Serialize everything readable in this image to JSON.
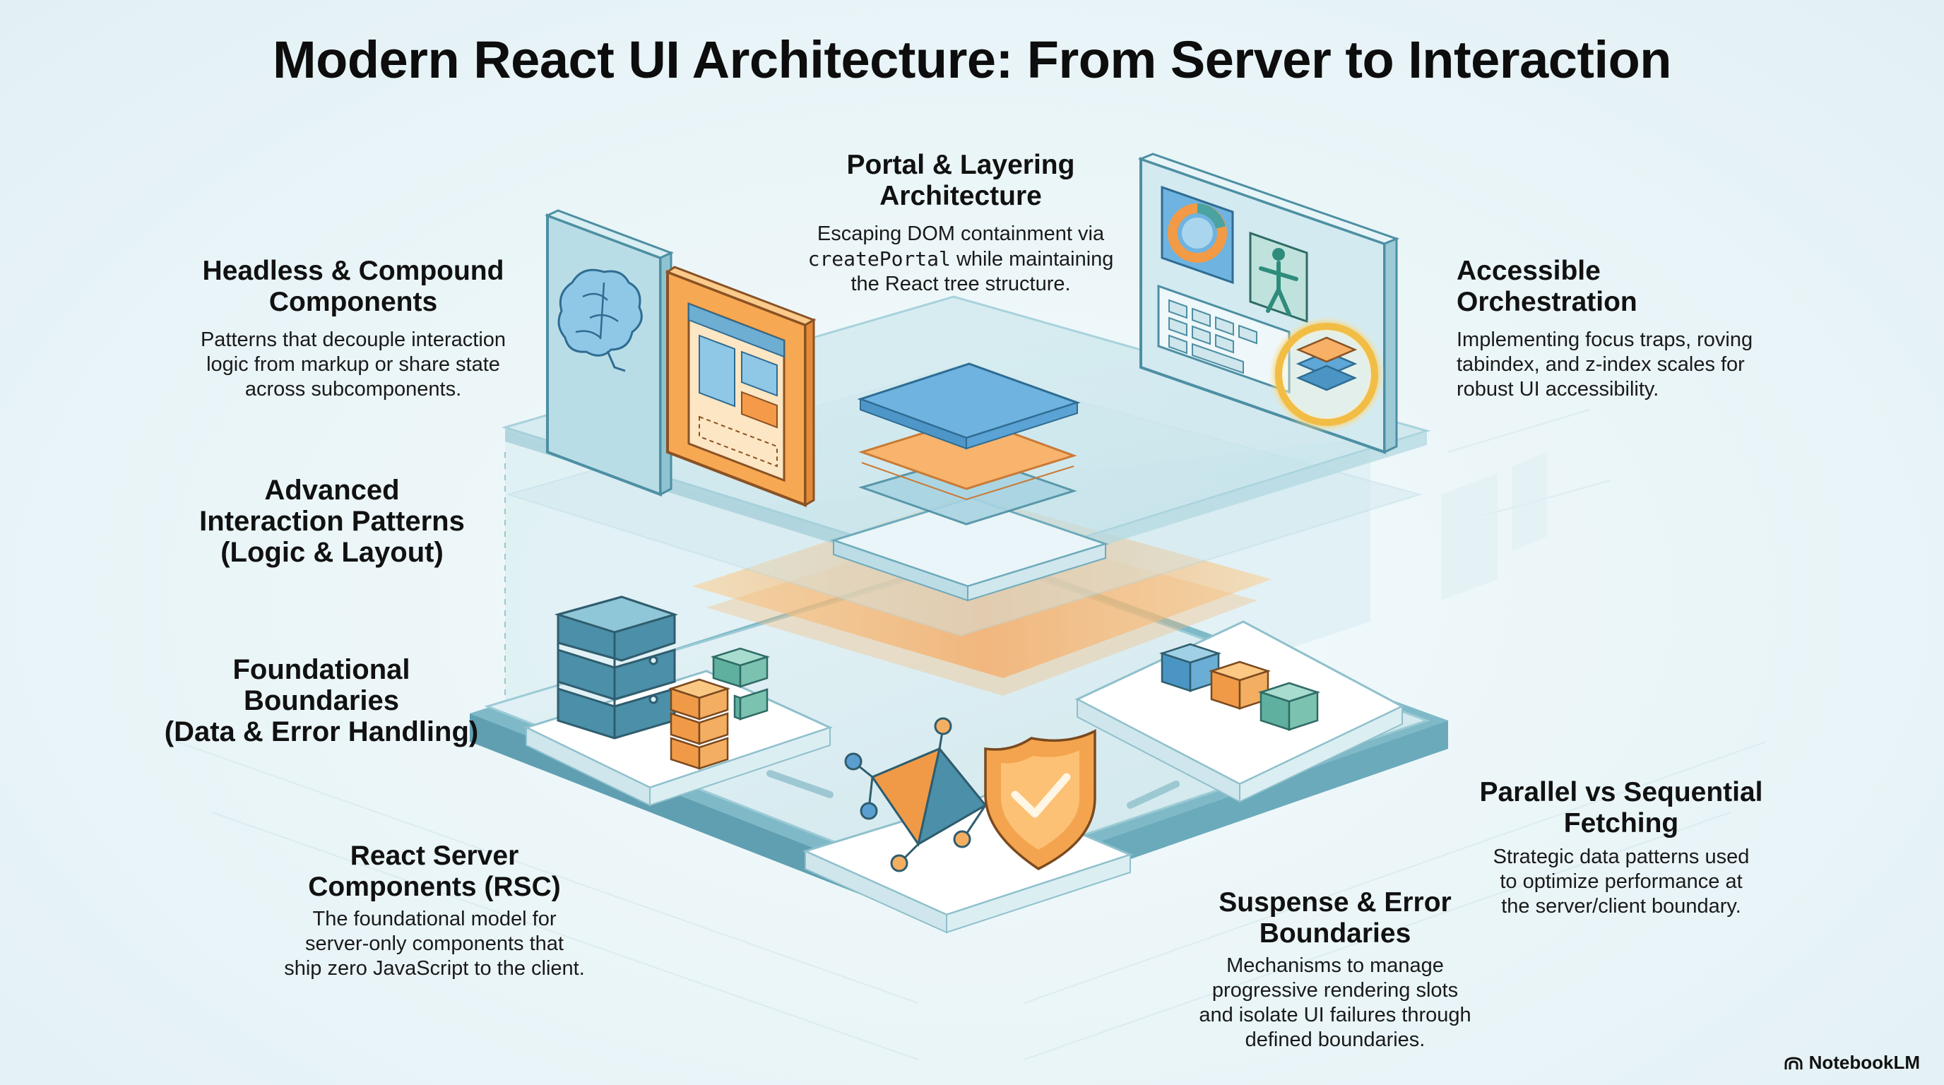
{
  "title": "Modern React UI Architecture: From Server to Interaction",
  "sections": {
    "advanced": [
      "Advanced",
      "Interaction Patterns",
      "(Logic & Layout)"
    ],
    "foundational": [
      "Foundational",
      "Boundaries",
      "(Data & Error Handling)"
    ]
  },
  "blocks": {
    "headless": {
      "heading": [
        "Headless & Compound",
        "Components"
      ],
      "desc": [
        "Patterns that decouple interaction",
        "logic from markup or share state",
        "across subcomponents."
      ]
    },
    "portal": {
      "heading": [
        "Portal & Layering",
        "Architecture"
      ],
      "desc_line1": "Escaping DOM containment via",
      "desc_code": "createPortal",
      "desc_line2_rest": " while maintaining",
      "desc_line3": "the React tree structure."
    },
    "accessible": {
      "heading": [
        "Accessible",
        "Orchestration"
      ],
      "desc": [
        "Implementing focus traps, roving",
        "tabindex, and z-index scales for",
        "robust UI accessibility."
      ]
    },
    "rsc": {
      "heading": [
        "React Server",
        "Components (RSC)"
      ],
      "desc": [
        "The foundational model for",
        "server-only components that",
        "ship zero JavaScript to the client."
      ]
    },
    "suspense": {
      "heading": [
        "Suspense & Error",
        "Boundaries"
      ],
      "desc": [
        "Mechanisms to manage",
        "progressive rendering slots",
        "and isolate UI failures through",
        "defined boundaries."
      ]
    },
    "parallel": {
      "heading": [
        "Parallel vs Sequential",
        "Fetching"
      ],
      "desc": [
        "Strategic data patterns used",
        "to optimize performance at",
        "the server/client boundary."
      ]
    }
  },
  "brand": "NotebookLM",
  "colors": {
    "teal": "#5fa9b9",
    "teal_light": "#cfe8ee",
    "orange": "#f2a65a",
    "orange_light": "#fbd9b0",
    "blue": "#5b9fd1",
    "gold": "#f3c462",
    "green": "#6fb7a4"
  }
}
